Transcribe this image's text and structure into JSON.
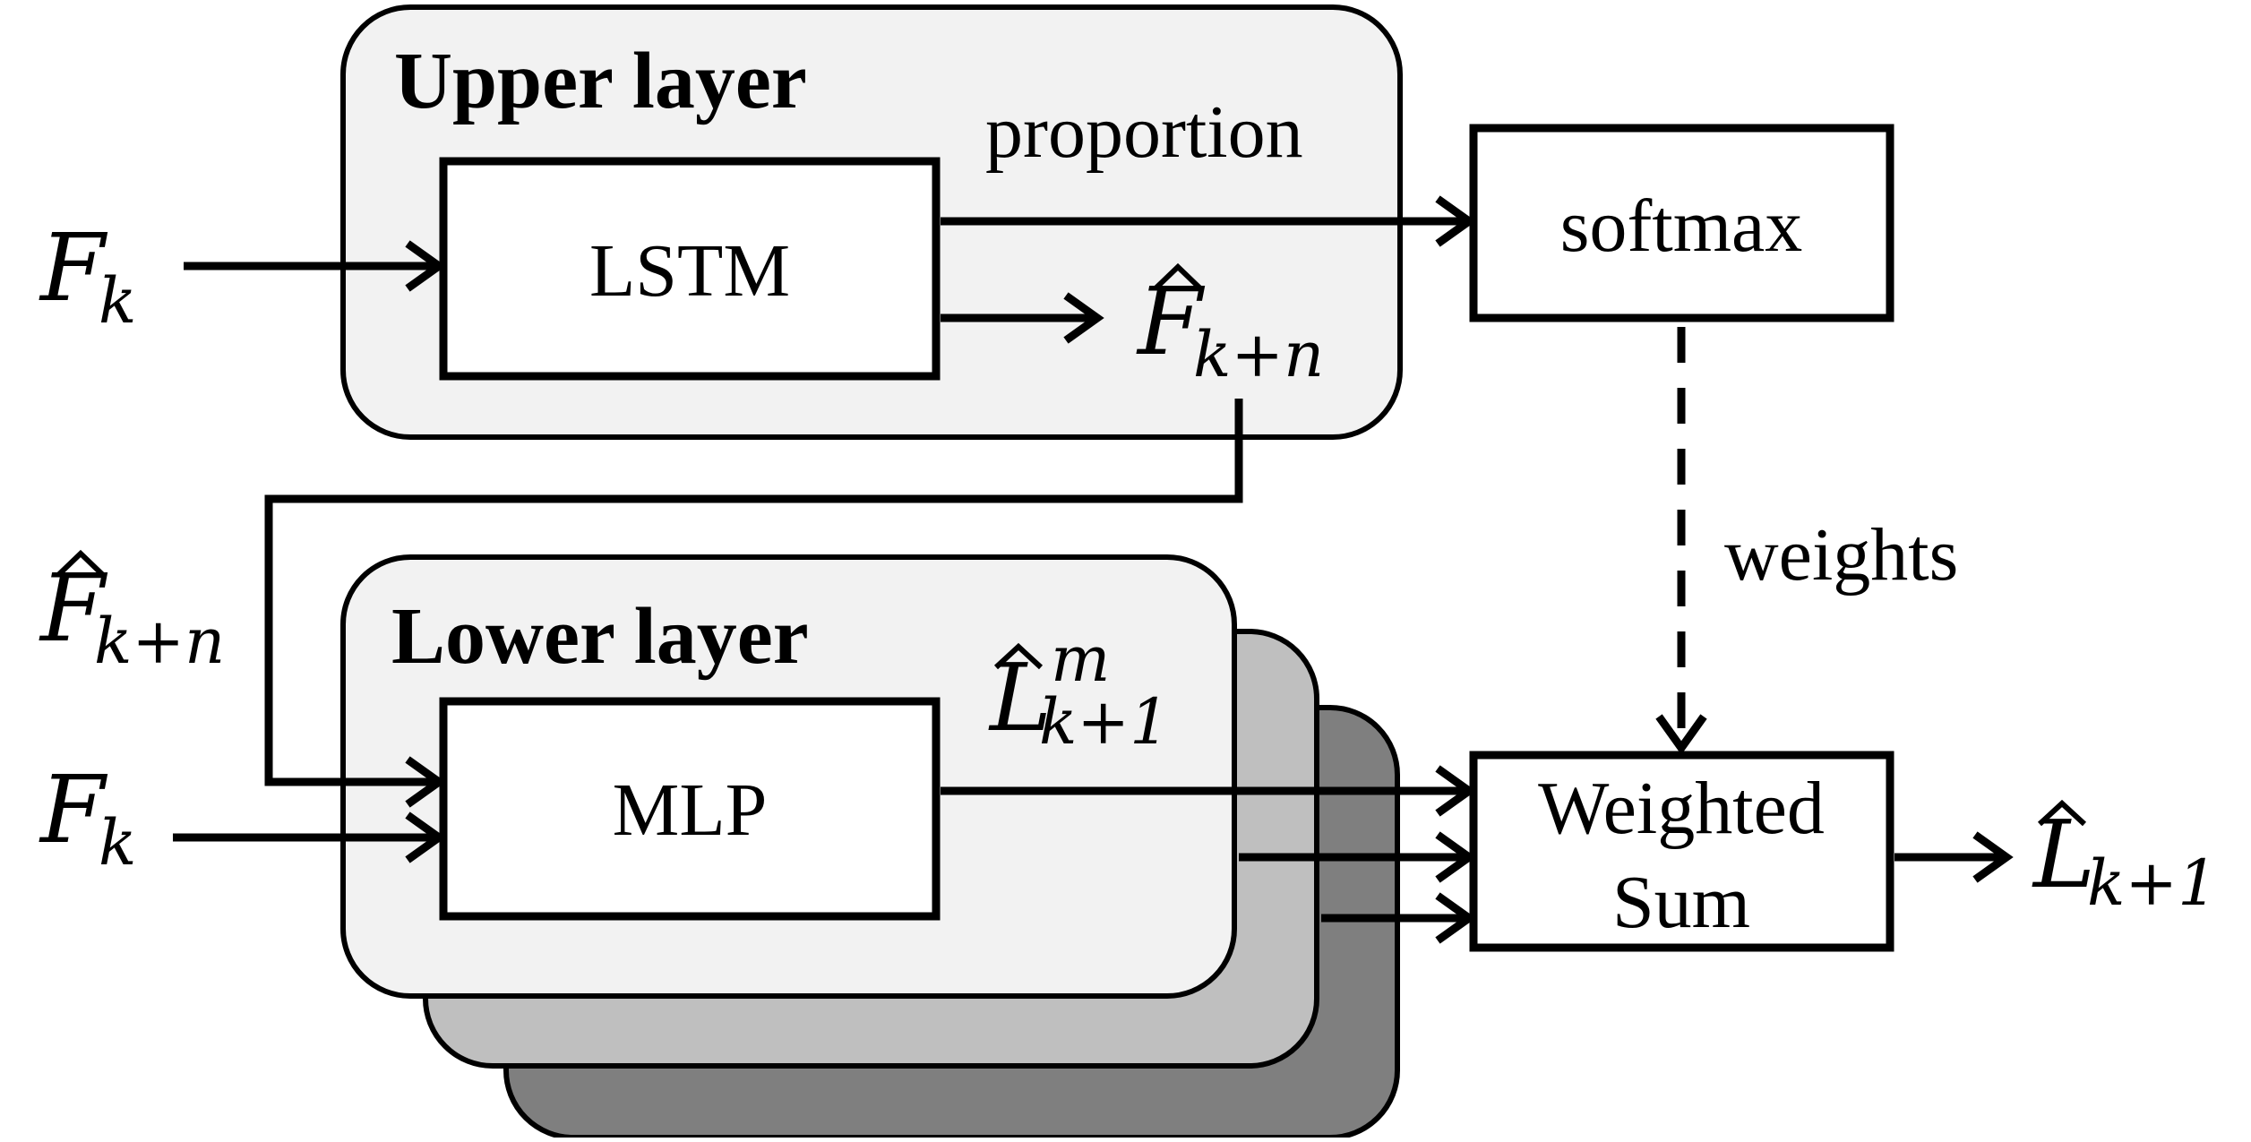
{
  "upper_layer": {
    "title": "Upper layer",
    "block": "LSTM",
    "proportion_label": "proportion"
  },
  "lower_layer": {
    "title": "Lower layer",
    "block": "MLP"
  },
  "softmax": {
    "label": "softmax"
  },
  "weights_label": "weights",
  "weighted_sum": {
    "line1": "Weighted",
    "line2": "Sum"
  },
  "symbols": {
    "F": "F",
    "k": "k",
    "k_plus_n": "k+n",
    "k_plus_1": "k+1",
    "L": "L",
    "m": "m"
  },
  "colors": {
    "layer_fill": "#f2f2f2",
    "stack_mid": "#bfbfbf",
    "stack_back": "#7f7f7f",
    "stroke": "#000000"
  }
}
